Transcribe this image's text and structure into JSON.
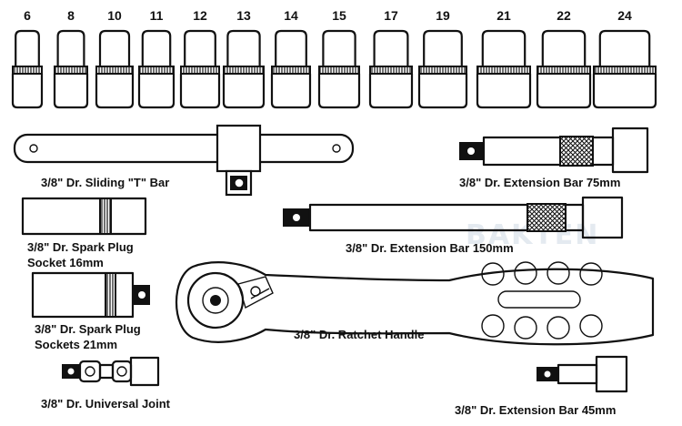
{
  "sockets": {
    "sizes": [
      "6",
      "8",
      "10",
      "11",
      "12",
      "13",
      "14",
      "15",
      "17",
      "19",
      "21",
      "22",
      "24"
    ]
  },
  "labels": {
    "t_bar": "3/8\" Dr. Sliding \"T\" Bar",
    "ext_75": "3/8\" Dr. Extension Bar 75mm",
    "spark_16_line1": "3/8\" Dr. Spark Plug",
    "spark_16_line2": "Socket 16mm",
    "ext_150": "3/8\" Dr. Extension Bar 150mm",
    "spark_21_line1": "3/8\" Dr. Spark Plug",
    "spark_21_line2": "Sockets 21mm",
    "ratchet": "3/8\" Dr. Ratchet Handle",
    "universal": "3/8\" Dr. Universal Joint",
    "ext_45": "3/8\" Dr. Extension Bar 45mm"
  },
  "watermark": {
    "text": "BAKTEN"
  },
  "colors": {
    "ink": "#111111",
    "paper": "#ffffff",
    "watermark": "#e4eaf0"
  }
}
